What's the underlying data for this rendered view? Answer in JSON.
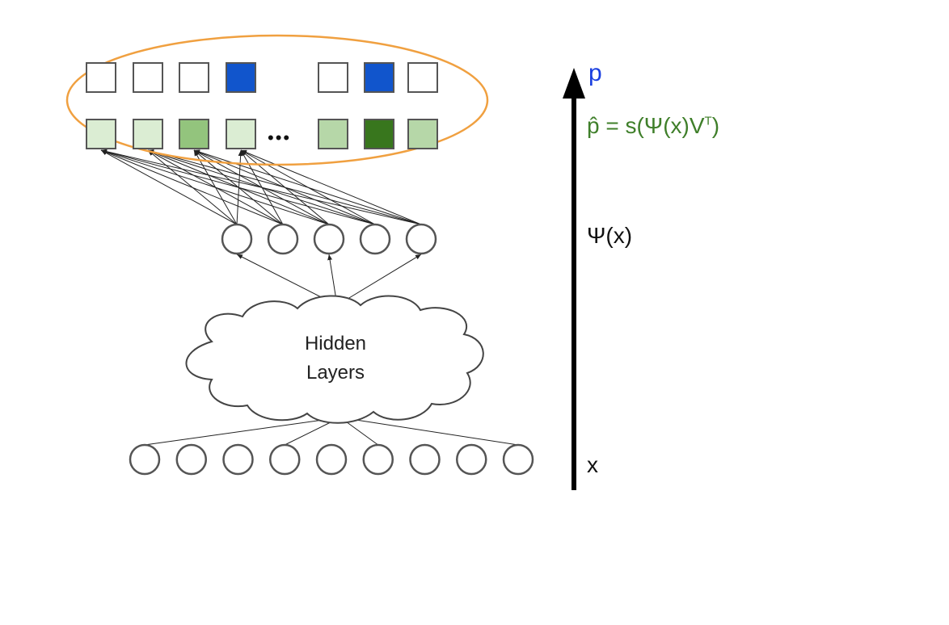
{
  "labels": {
    "target": "p",
    "prediction_lhs": "p̂ = s(Ψ(x)V",
    "prediction_sup": "T",
    "prediction_rhs": ")",
    "embedding": "Ψ(x)",
    "input": "x"
  },
  "hidden_layers": {
    "line1": "Hidden",
    "line2": "Layers"
  },
  "colors": {
    "target_label": "#1a3fe0",
    "prediction_label": "#3f7f2a",
    "ellipse": "#f0a040",
    "active_target": "#1155cc",
    "inactive_target": "#ffffff"
  },
  "target_row": {
    "active": [
      false,
      false,
      false,
      true,
      null,
      false,
      true,
      false
    ]
  },
  "prediction_row": {
    "intensity": [
      "#dbedd3",
      "#dbedd3",
      "#93c47d",
      "#dbedd3",
      null,
      "#b6d7a8",
      "#38761d",
      "#b6d7a8"
    ]
  },
  "ellipsis_dots": "•••",
  "input_node_count": 9,
  "embedding_node_count": 5
}
